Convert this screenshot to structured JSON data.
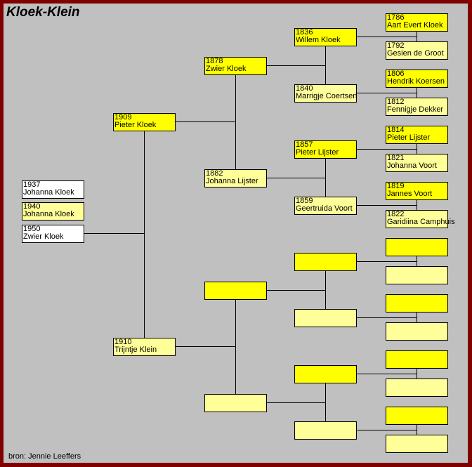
{
  "title": "Kloek-Klein",
  "footer": "bron: Jennie Leeffers",
  "colors": {
    "male": "#ffff00",
    "female": "#ffff99",
    "frame": "#800000",
    "background": "#c0c0c0"
  },
  "children": [
    {
      "year": "1937",
      "name": "Johanna Kloek",
      "fill": "#ffffff"
    },
    {
      "year": "1940",
      "name": "Johanna Kloek",
      "fill": "#ffff99"
    },
    {
      "year": "1950",
      "name": "Zwier Kloek",
      "fill": "#ffffff"
    }
  ],
  "generations": [
    [
      {
        "year": "1909",
        "name": "Pieter Kloek"
      },
      {
        "year": "1910",
        "name": "Trijntje Klein"
      }
    ],
    [
      {
        "year": "1878",
        "name": "Zwier Kloek"
      },
      {
        "year": "1882",
        "name": "Johanna Lijster"
      },
      {
        "year": "",
        "name": ""
      },
      {
        "year": "",
        "name": ""
      }
    ],
    [
      {
        "year": "1836",
        "name": "Willem Kloek"
      },
      {
        "year": "1840",
        "name": "Marrigje Coertsen"
      },
      {
        "year": "1857",
        "name": "Pieter Lijster"
      },
      {
        "year": "1859",
        "name": "Geertruida Voort"
      },
      {
        "year": "",
        "name": ""
      },
      {
        "year": "",
        "name": ""
      },
      {
        "year": "",
        "name": ""
      },
      {
        "year": "",
        "name": ""
      }
    ],
    [
      {
        "year": "1786",
        "name": "Aart Evert Kloek"
      },
      {
        "year": "1792",
        "name": "Gesien de Groot"
      },
      {
        "year": "1806",
        "name": "Hendrik Koersen"
      },
      {
        "year": "1812",
        "name": "Fennigje Dekker"
      },
      {
        "year": "1814",
        "name": "Pieter Lijster"
      },
      {
        "year": "1821",
        "name": "Johanna Voort"
      },
      {
        "year": "1819",
        "name": "Jannes Voort"
      },
      {
        "year": "1822",
        "name": "Garidiina Camphuis"
      },
      {
        "year": "",
        "name": ""
      },
      {
        "year": "",
        "name": ""
      },
      {
        "year": "",
        "name": ""
      },
      {
        "year": "",
        "name": ""
      },
      {
        "year": "",
        "name": ""
      },
      {
        "year": "",
        "name": ""
      },
      {
        "year": "",
        "name": ""
      },
      {
        "year": "",
        "name": ""
      }
    ]
  ]
}
